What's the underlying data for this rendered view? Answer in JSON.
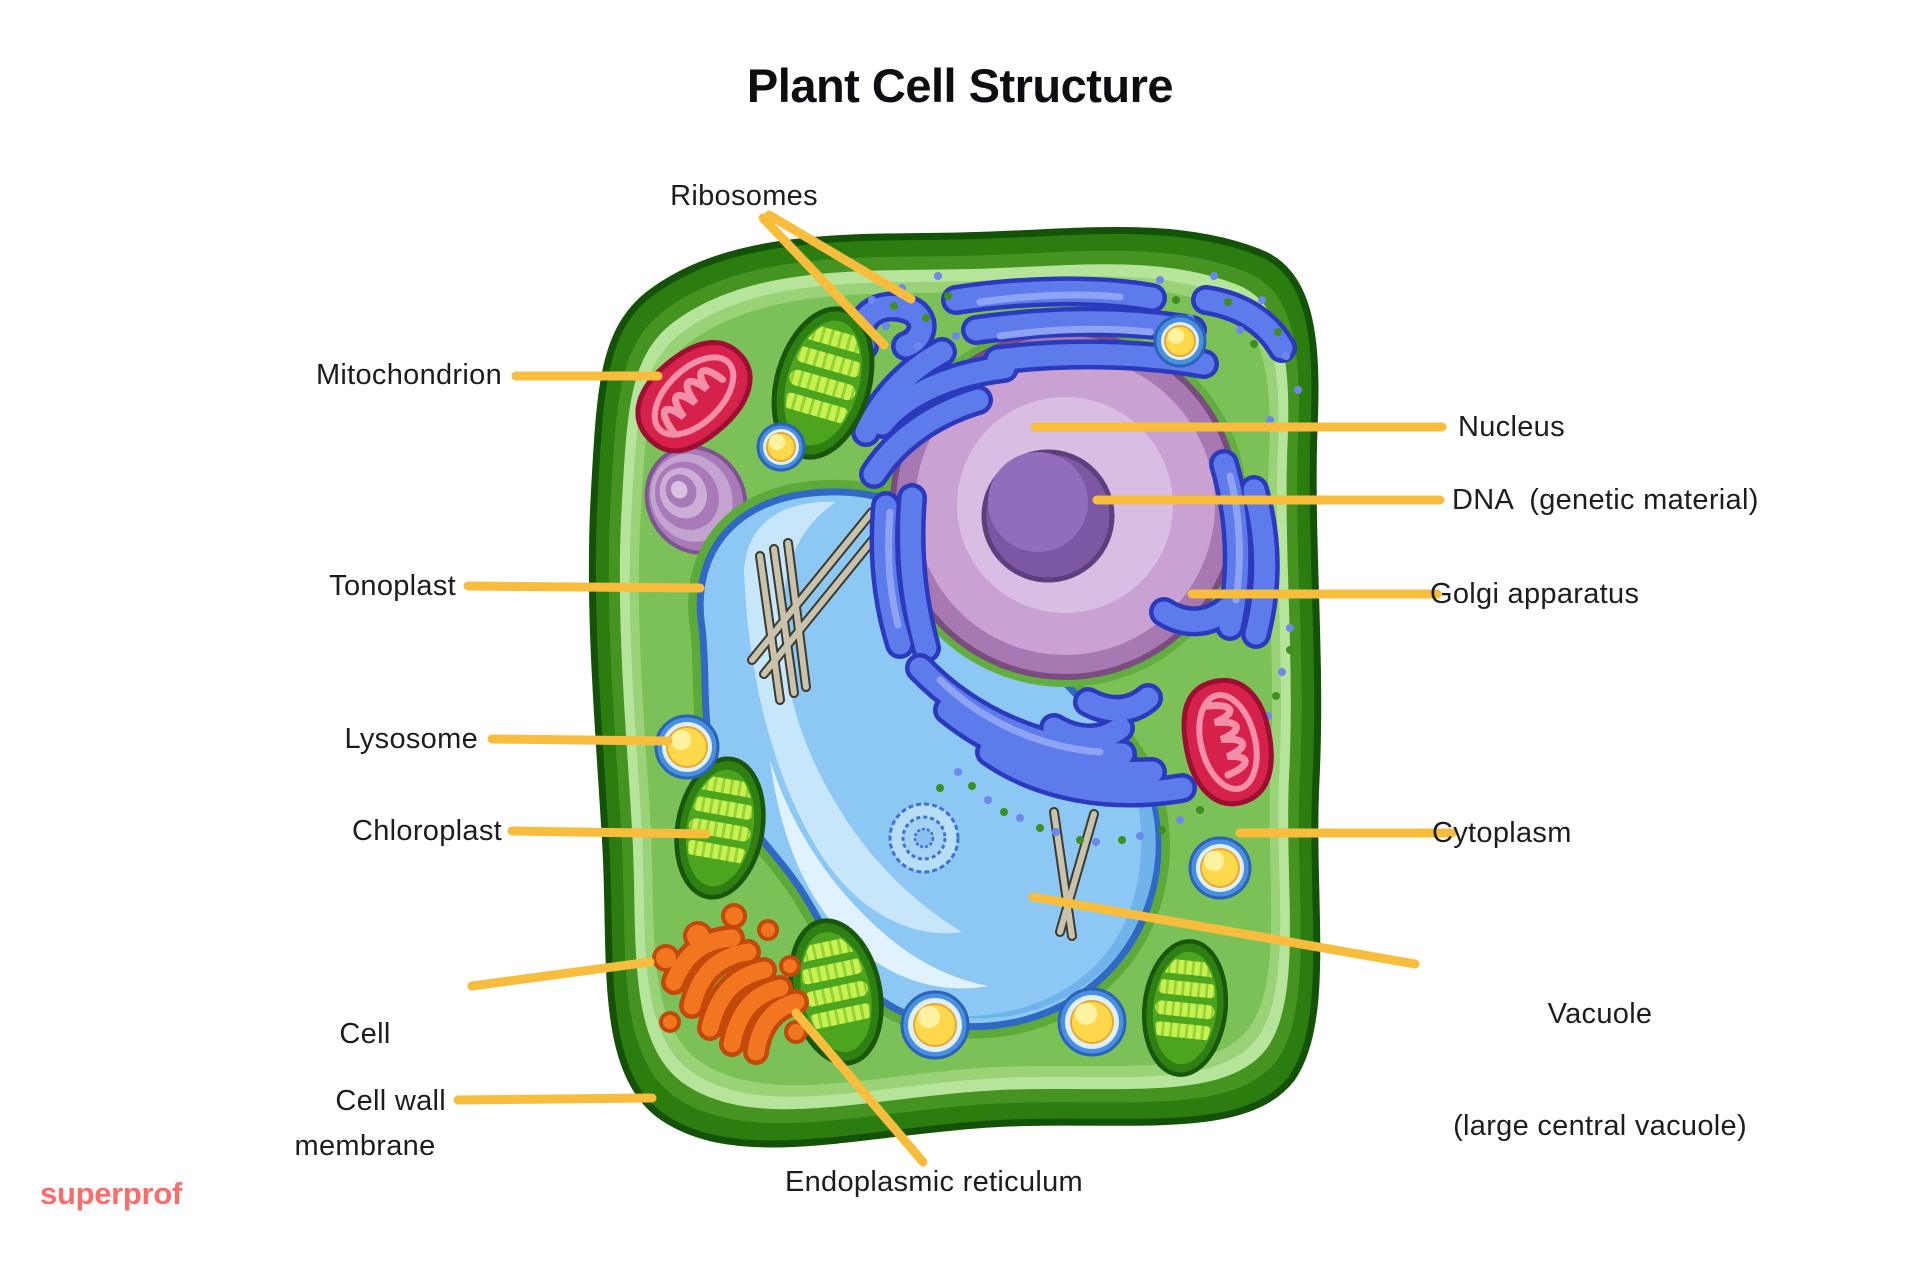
{
  "title": "Plant Cell Structure",
  "brand": "superprof",
  "labels": {
    "ribosomes": "Ribosomes",
    "mitochondrion": "Mitochondrion",
    "tonoplast": "Tonoplast",
    "lysosome": "Lysosome",
    "chloroplast": "Chloroplast",
    "cell_membrane_line1": "Cell",
    "cell_membrane_line2": "membrane",
    "cell_wall": "Cell wall",
    "endoplasmic_reticulum": "Endoplasmic reticulum",
    "nucleus": "Nucleus",
    "dna": "DNA  (genetic material)",
    "golgi": "Golgi apparatus",
    "cytoplasm": "Cytoplasm",
    "vacuole_line1": "Vacuole",
    "vacuole_line2": "(large central vacuole)"
  },
  "colors": {
    "leader_line": "#F8BD3C",
    "brand": "#FB6D6B",
    "label_text": "#1D1D1F",
    "title_text": "#0E0E12",
    "cell_wall_dark": "#2B7D10",
    "cell_wall_outline": "#145207",
    "cell_membrane_light": "#B7E49B",
    "cytoplasm_green": "#7CC158",
    "vacuole_fill": "#8CC8F3",
    "vacuole_outline": "#2F69C4",
    "nucleus_fill": "#C9A1D3",
    "nucleolus_fill": "#8D66B4",
    "er_golgi_blue": "#5D7BEA",
    "mitochondrion_red": "#D6224B",
    "chloroplast_green": "#4DA51F",
    "chloroplast_stripe": "#C9EF55",
    "lysosome_yellow": "#FFD94B",
    "smooth_er_orange": "#F2761F"
  }
}
